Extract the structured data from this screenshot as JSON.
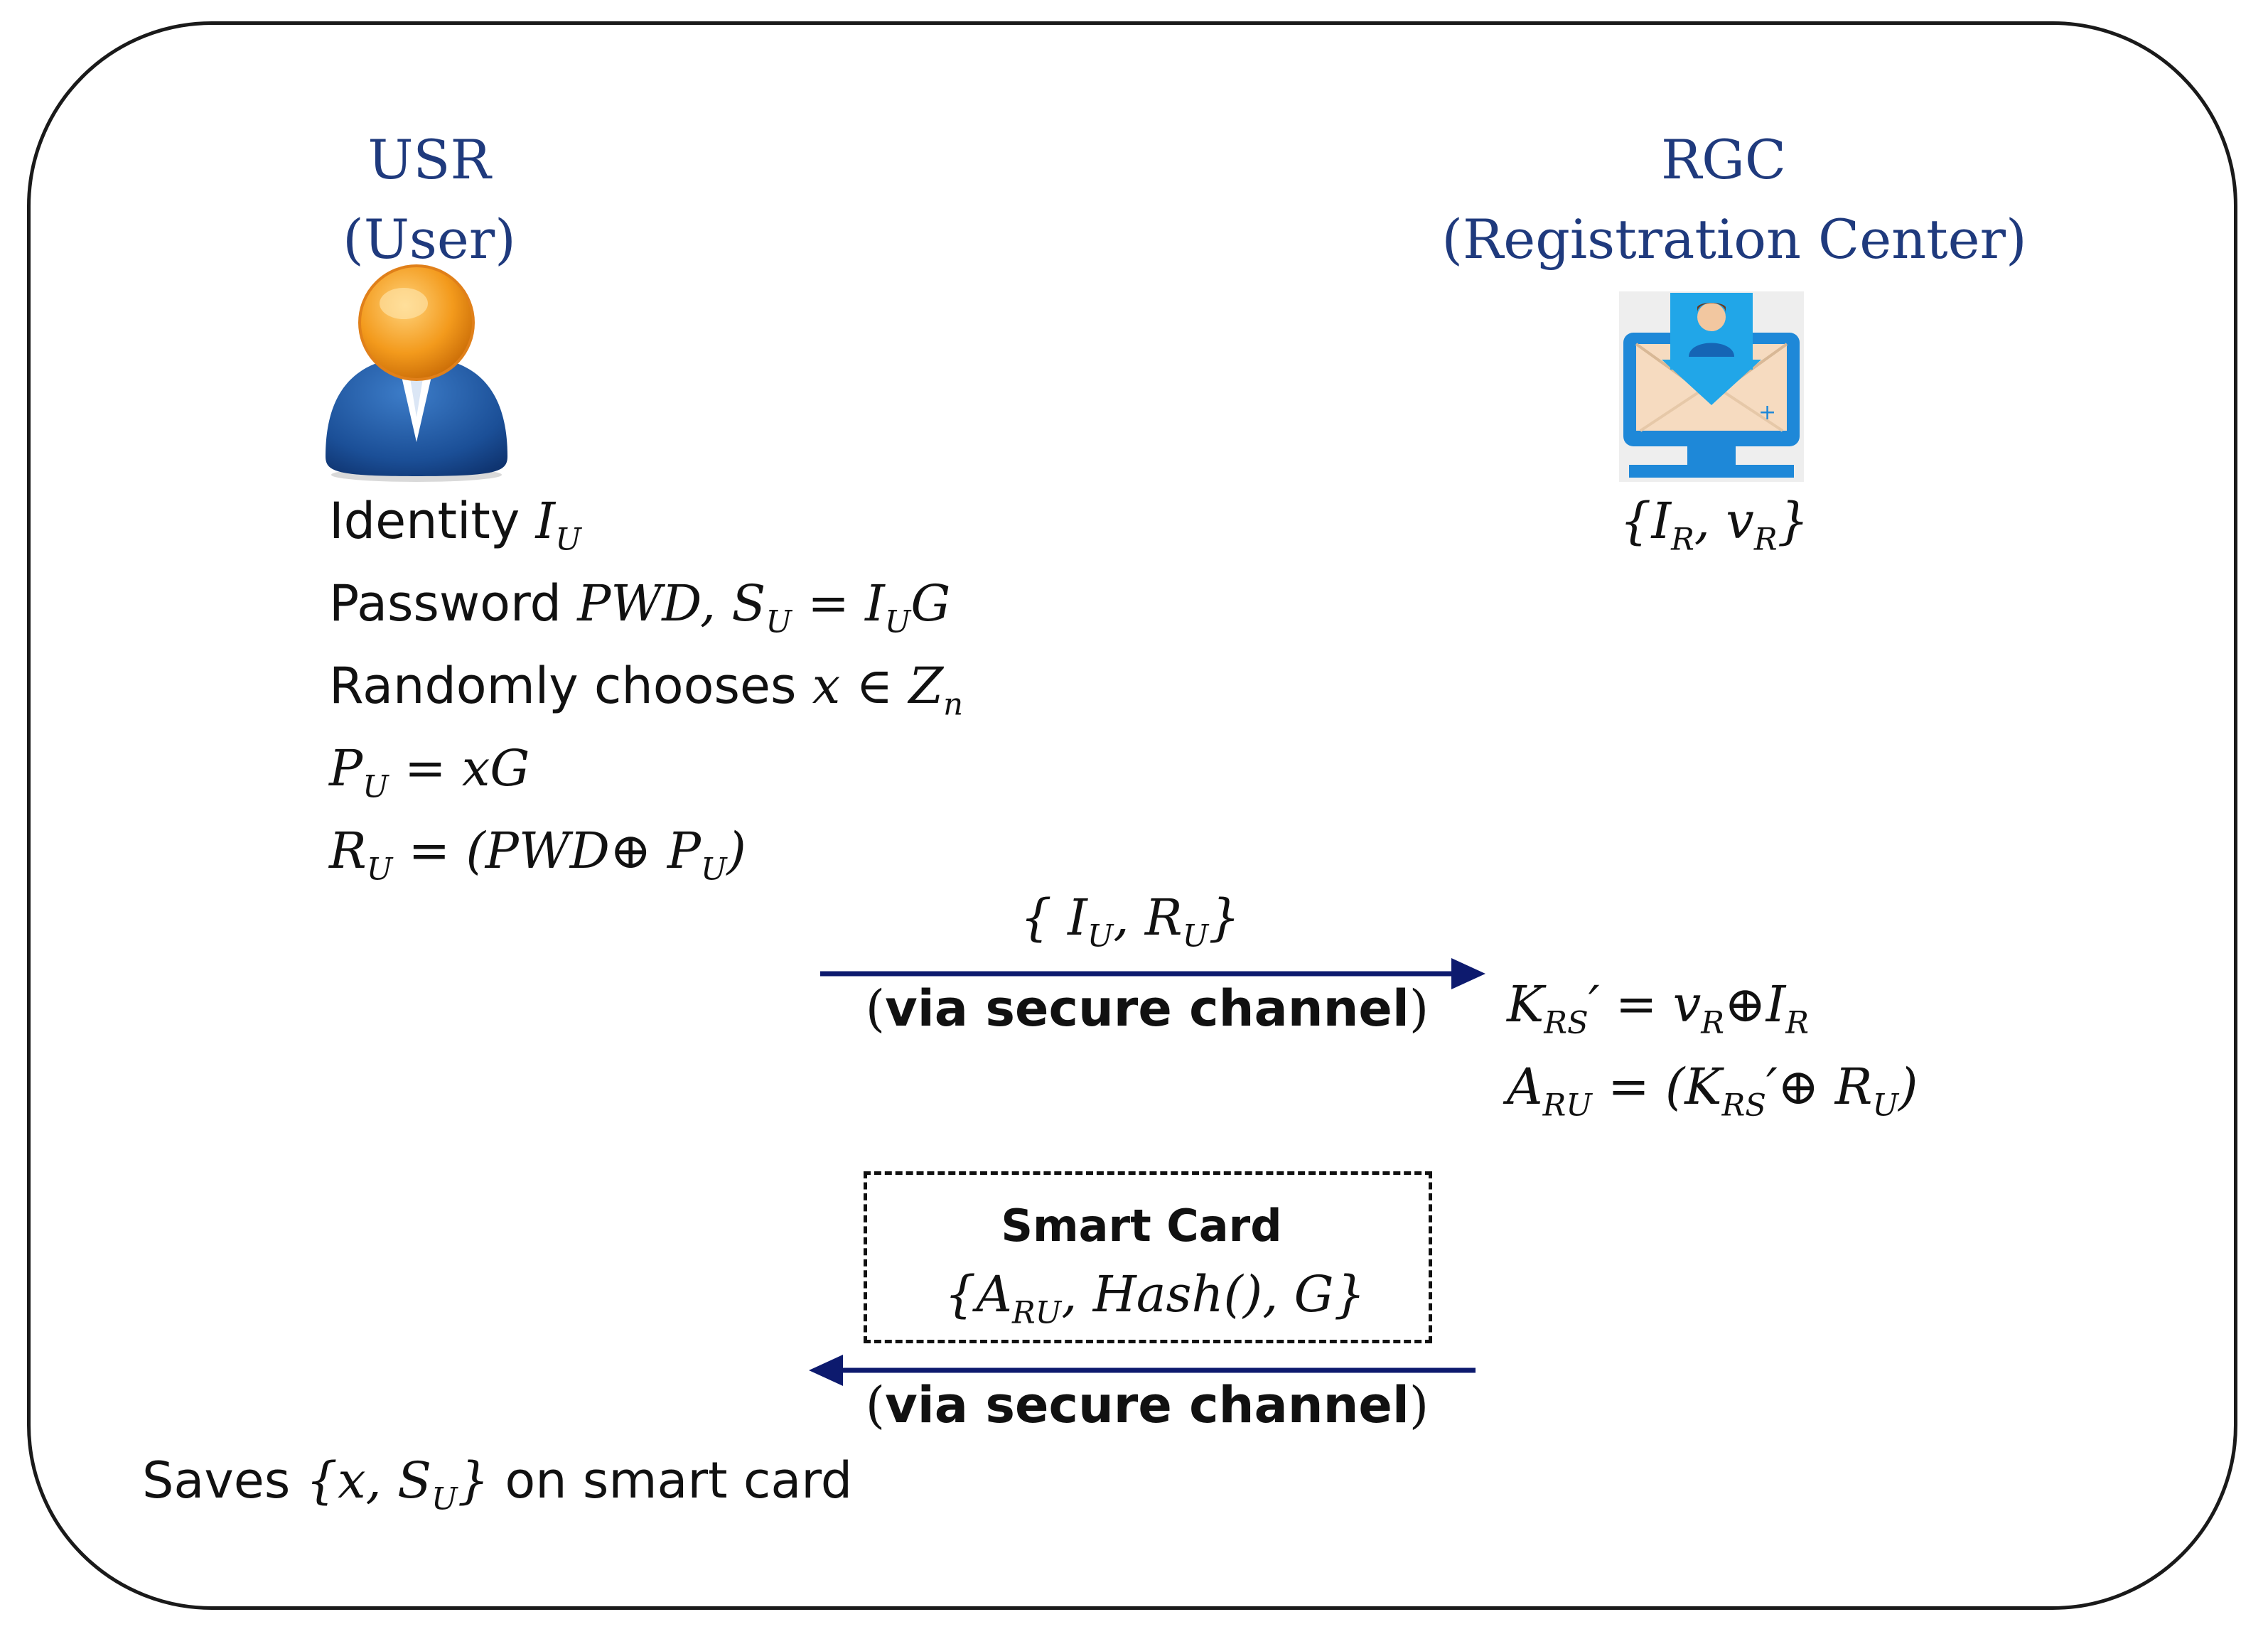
{
  "user": {
    "heading": "USR",
    "subheading": "(User)",
    "avatar_icon": "person-icon",
    "lines": {
      "identity": {
        "label": "Identity ",
        "var": "I",
        "sub": "U"
      },
      "password": {
        "label": "Password ",
        "var": "PWD",
        "eq": ",  S",
        "sub": "U",
        "rest": " = I",
        "sub2": "U",
        "tail": "G"
      },
      "random": {
        "label": "Randomly chooses ",
        "var": "x ∈ Z",
        "sub": "n"
      },
      "pu": {
        "lhs": "P",
        "sub": "U",
        "rhs": " = xG"
      },
      "ru": {
        "lhs": "R",
        "sub": "U",
        "rhs": " = (PWD⊕ P",
        "sub2": "U",
        "tail": ")"
      }
    }
  },
  "rgc": {
    "heading": "RGC",
    "subheading": "(Registration Center)",
    "monitor_icon": "registration-monitor-icon",
    "secret": {
      "open": "{I",
      "sub": "R",
      "mid": ", v",
      "sub2": "R",
      "close": "}"
    },
    "lines": {
      "krs": {
        "lhs": "K",
        "sub": "RS",
        "prime": "′ = v",
        "sub2": "R",
        "mid": "⊕I",
        "sub3": "R"
      },
      "aru": {
        "lhs": "A",
        "sub": "RU",
        "rhs": " =  (K",
        "sub2": "RS",
        "mid": "′⊕ R",
        "sub3": "U",
        "tail": ")"
      }
    }
  },
  "message1": {
    "label": {
      "open": "{ I",
      "sub": "U",
      "mid": ", R",
      "sub2": "U",
      "close": "}"
    },
    "channel_open": "(",
    "channel_text": "via secure channel",
    "channel_close": ")",
    "color": "#0d1a6e"
  },
  "smart_card": {
    "title": "Smart Card",
    "contents": {
      "open": "{A",
      "sub": "RU",
      "rest": ", Hash(), G}"
    }
  },
  "message2": {
    "channel_open": "(",
    "channel_text": "via secure channel",
    "channel_close": ")",
    "color": "#0d1a6e"
  },
  "saves": {
    "prefix": "Saves ",
    "set": {
      "open": "{x, S",
      "sub": "U",
      "close": "}"
    },
    "suffix": " on smart card"
  }
}
